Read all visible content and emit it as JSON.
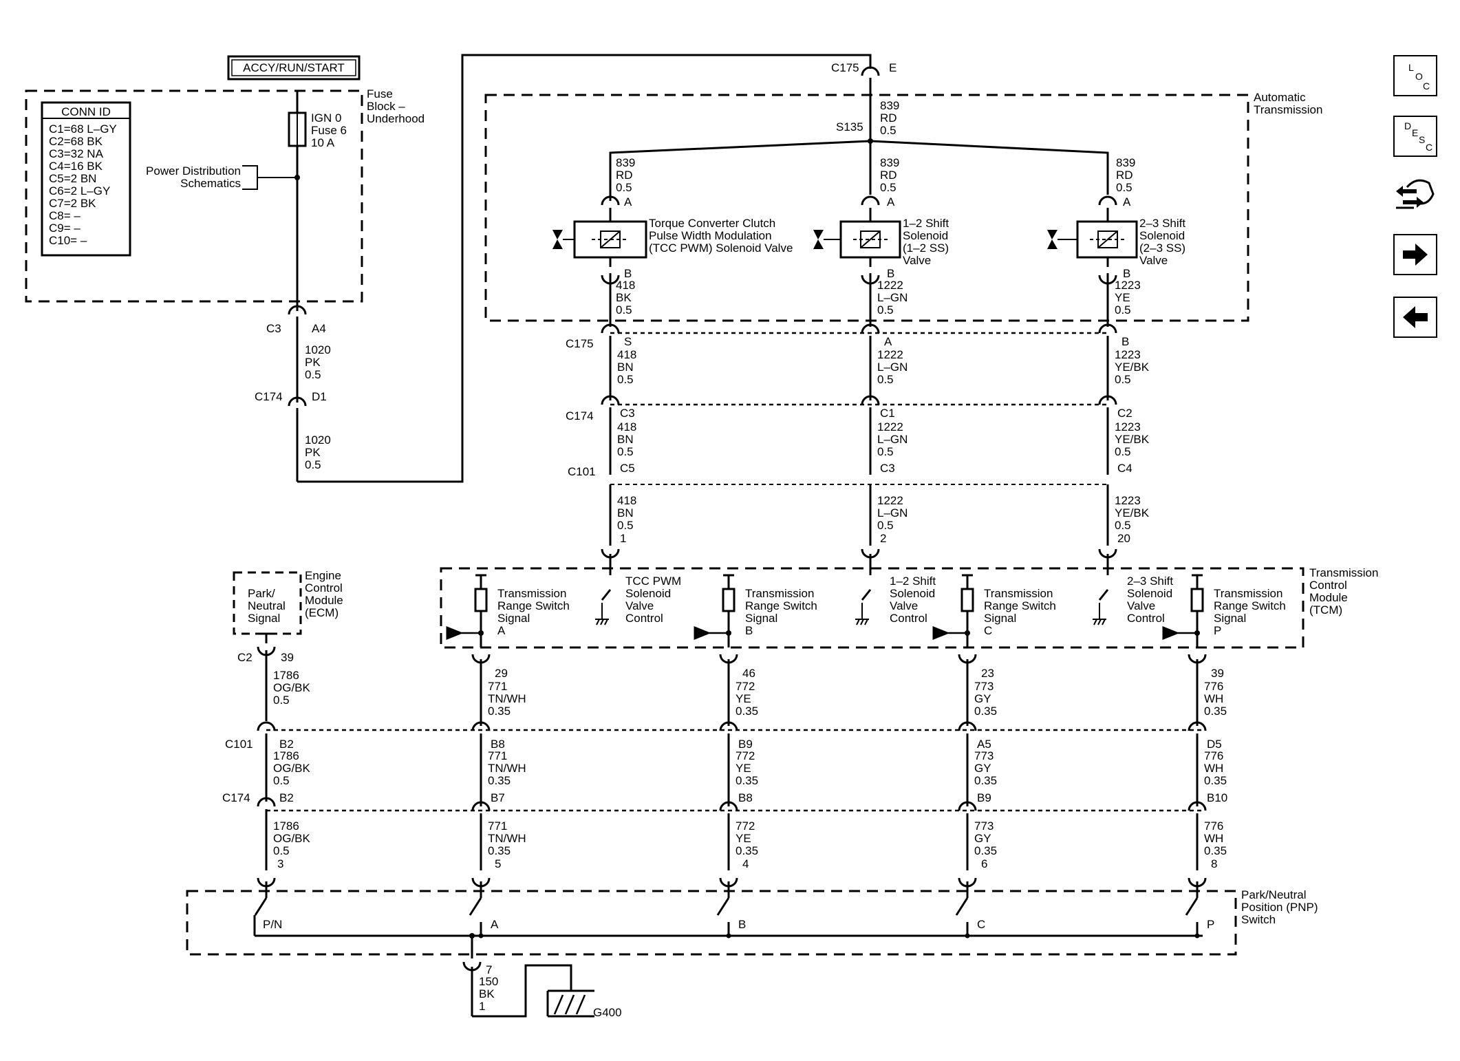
{
  "header": {
    "power_mode": "ACCY/RUN/START"
  },
  "fuse_block": {
    "title": [
      "Fuse",
      "Block –",
      "Underhood"
    ],
    "fuse": [
      "IGN 0",
      "Fuse 6",
      "10 A"
    ],
    "power_distribution": [
      "Power Distribution",
      "Schematics"
    ]
  },
  "conn_id": {
    "title": "CONN ID",
    "rows": [
      "C1=68 L–GY",
      "C2=68 BK",
      "C3=32 NA",
      "C4=16 BK",
      "C5=2 BN",
      "C6=2 L–GY",
      "C7=2 BK",
      "C8= –",
      "C9= –",
      "C10= –"
    ]
  },
  "feed": {
    "c3": "C3",
    "a4": "A4",
    "w1": [
      "1020",
      "PK",
      "0.5"
    ],
    "c174": "C174",
    "d1": "D1",
    "w2": [
      "1020",
      "PK",
      "0.5"
    ],
    "c175": "C175",
    "e": "E",
    "w3": [
      "839",
      "RD",
      "0.5"
    ],
    "s135": "S135"
  },
  "automatic_transmission": {
    "title": [
      "Automatic",
      "Transmission"
    ],
    "solenoids": [
      {
        "name": [
          "Torque Converter Clutch",
          "Pulse Width Modulation",
          "(TCC PWM) Solenoid Valve"
        ],
        "in_wire": [
          "839",
          "RD",
          "0.5"
        ],
        "pin_a": "A",
        "pin_b": "B",
        "out_wire": [
          "418",
          "BK",
          "0.5"
        ]
      },
      {
        "name": [
          "1–2 Shift",
          "Solenoid",
          "(1–2 SS)",
          "Valve"
        ],
        "in_wire": [
          "839",
          "RD",
          "0.5"
        ],
        "pin_a": "A",
        "pin_b": "B",
        "out_wire": [
          "1222",
          "L–GN",
          "0.5"
        ]
      },
      {
        "name": [
          "2–3 Shift",
          "Solenoid",
          "(2–3 SS)",
          "Valve"
        ],
        "in_wire": [
          "839",
          "RD",
          "0.5"
        ],
        "pin_a": "A",
        "pin_b": "B",
        "out_wire": [
          "1223",
          "YE",
          "0.5"
        ]
      }
    ]
  },
  "solenoid_harness": {
    "c175": "C175",
    "c174": "C174",
    "c101": "C101",
    "cols": [
      {
        "c175_pin": "S",
        "w1": [
          "418",
          "BN",
          "0.5"
        ],
        "c174_pin": "C3",
        "w2": [
          "418",
          "BN",
          "0.5"
        ],
        "c101_pin": "C5",
        "w3": [
          "418",
          "BN",
          "0.5",
          "1"
        ]
      },
      {
        "c175_pin": "A",
        "w1": [
          "1222",
          "L–GN",
          "0.5"
        ],
        "c174_pin": "C1",
        "w2": [
          "1222",
          "L–GN",
          "0.5"
        ],
        "c101_pin": "C3",
        "w3": [
          "1222",
          "L–GN",
          "0.5",
          "2"
        ]
      },
      {
        "c175_pin": "B",
        "w1": [
          "1223",
          "YE/BK",
          "0.5"
        ],
        "c174_pin": "C2",
        "w2": [
          "1223",
          "YE/BK",
          "0.5"
        ],
        "c101_pin": "C4",
        "w3": [
          "1223",
          "YE/BK",
          "0.5",
          "20"
        ]
      }
    ]
  },
  "tcm": {
    "title": [
      "Transmission",
      "Control",
      "Module",
      "(TCM)"
    ],
    "range_signal": [
      "Transmission",
      "Range Switch",
      "Signal"
    ],
    "range_letters": [
      "A",
      "B",
      "C",
      "P"
    ],
    "controls": [
      [
        "TCC PWM",
        "Solenoid",
        "Valve",
        "Control"
      ],
      [
        "1–2 Shift",
        "Solenoid",
        "Valve",
        "Control"
      ],
      [
        "2–3 Shift",
        "Solenoid",
        "Valve",
        "Control"
      ]
    ]
  },
  "ecm": {
    "title": [
      "Engine",
      "Control",
      "Module",
      "(ECM)"
    ],
    "signal": [
      "Park/",
      "Neutral",
      "Signal"
    ],
    "c2": "C2",
    "pin": "39",
    "w1": [
      "1786",
      "OG/BK",
      "0.5"
    ],
    "c101": "C101",
    "c101_pin": "B2",
    "w2": [
      "1786",
      "OG/BK",
      "0.5"
    ],
    "c174": "C174",
    "c174_pin": "B2",
    "w3": [
      "1786",
      "OG/BK",
      "0.5",
      "3"
    ]
  },
  "range_harness": [
    {
      "tcm_pin": "29",
      "w1": [
        "771",
        "TN/WH",
        "0.35"
      ],
      "c101_pin": "B8",
      "w2": [
        "771",
        "TN/WH",
        "0.35"
      ],
      "c174_pin": "B7",
      "w3": [
        "771",
        "TN/WH",
        "0.35",
        "5"
      ]
    },
    {
      "tcm_pin": "46",
      "w1": [
        "772",
        "YE",
        "0.35"
      ],
      "c101_pin": "B9",
      "w2": [
        "772",
        "YE",
        "0.35"
      ],
      "c174_pin": "B8",
      "w3": [
        "772",
        "YE",
        "0.35",
        "4"
      ]
    },
    {
      "tcm_pin": "23",
      "w1": [
        "773",
        "GY",
        "0.35"
      ],
      "c101_pin": "A5",
      "w2": [
        "773",
        "GY",
        "0.35"
      ],
      "c174_pin": "B9",
      "w3": [
        "773",
        "GY",
        "0.35",
        "6"
      ]
    },
    {
      "tcm_pin": "39",
      "w1": [
        "776",
        "WH",
        "0.35"
      ],
      "c101_pin": "D5",
      "w2": [
        "776",
        "WH",
        "0.35"
      ],
      "c174_pin": "B10",
      "w3": [
        "776",
        "WH",
        "0.35",
        "8"
      ]
    }
  ],
  "pnp_switch": {
    "title": [
      "Park/Neutral",
      "Position (PNP)",
      "Switch"
    ],
    "contacts": [
      "P/N",
      "A",
      "B",
      "C",
      "P"
    ],
    "ground_pin": "7",
    "ground_wire": [
      "150",
      "BK",
      "1"
    ],
    "ground": "G400"
  },
  "sidebar": {
    "loc": [
      "L",
      "O",
      "C"
    ],
    "desc": [
      "D",
      "E",
      "S",
      "C"
    ]
  }
}
